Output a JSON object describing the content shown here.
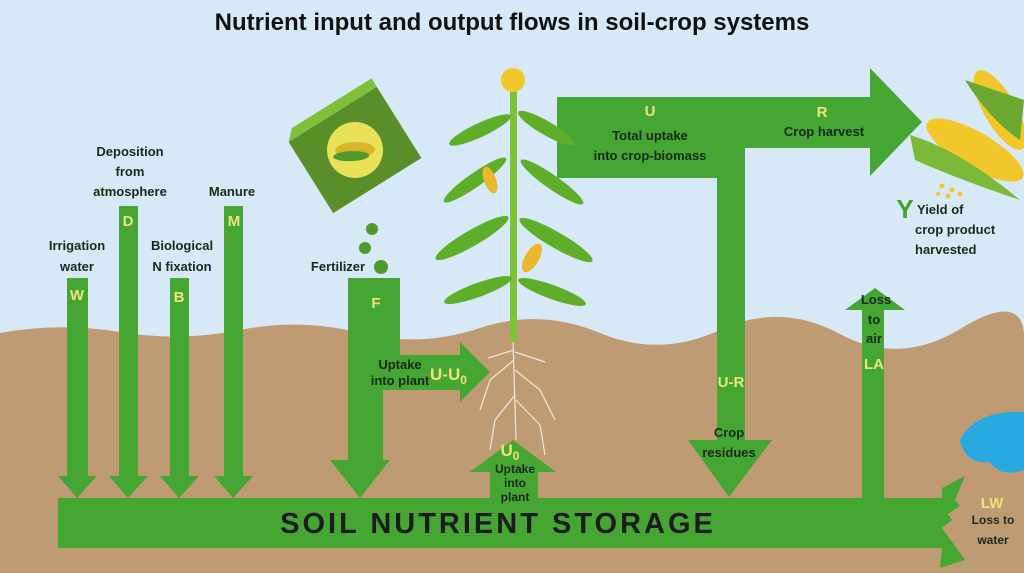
{
  "title": "Nutrient input and output flows in soil-crop systems",
  "colors": {
    "sky": "#d7e8f6",
    "soil": "#bf9b74",
    "arrow": "#46a634",
    "symbol": "#efe27c",
    "water": "#2aa8e0",
    "corn": "#f2c72a"
  },
  "inputs": {
    "irrigation": {
      "label1": "Irrigation",
      "label2": "water",
      "symbol": "W"
    },
    "deposition": {
      "label1": "Deposition",
      "label2": "from",
      "label3": "atmosphere",
      "symbol": "D"
    },
    "fixation": {
      "label1": "Biological",
      "label2": "N fixation",
      "symbol": "B"
    },
    "manure": {
      "label1": "Manure",
      "symbol": "M"
    },
    "fertilizer": {
      "label1": "Fertilizer",
      "symbol": "F"
    }
  },
  "uptake_plant": {
    "label1": "Uptake",
    "label2": "into plant",
    "symbol": "U-U",
    "sub": "0"
  },
  "uptake_soil": {
    "symbol": "U",
    "sub": "0",
    "label1": "Uptake",
    "label2": "into",
    "label3": "plant"
  },
  "total_uptake": {
    "symbol": "U",
    "label1": "Total uptake",
    "label2": "into crop-biomass"
  },
  "harvest": {
    "symbol": "R",
    "label1": "Crop harvest"
  },
  "yield": {
    "symbol": "Y",
    "label1": "Yield of",
    "label2": "crop product",
    "label3": "harvested"
  },
  "residues": {
    "symbol": "U-R",
    "label1": "Crop",
    "label2": "residues"
  },
  "loss_air": {
    "label1": "Loss",
    "label2": "to",
    "label3": "air",
    "symbol": "LA"
  },
  "loss_water": {
    "symbol": "LW",
    "label1": "Loss to",
    "label2": "water"
  },
  "storage": "SOIL NUTRIENT STORAGE"
}
